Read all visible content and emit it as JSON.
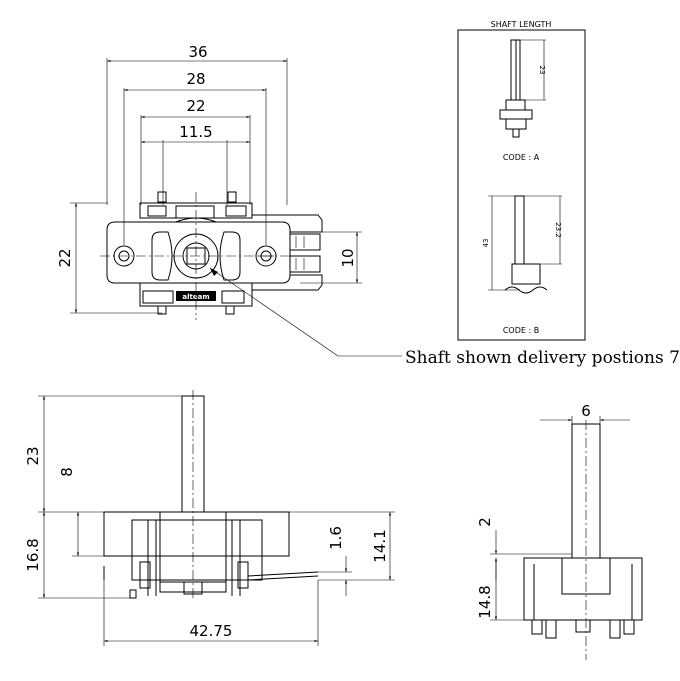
{
  "top_view": {
    "dims": {
      "d36": "36",
      "d28": "28",
      "d22_w": "22",
      "d11_5": "11.5",
      "d22_h": "22",
      "d10": "10"
    },
    "logo_text": "alteam",
    "note": "Shaft shown delivery postions 7."
  },
  "shaft_length_panel": {
    "title": "SHAFT LENGTH",
    "code_a": "CODE : A",
    "code_a_dim": "23",
    "code_b": "CODE : B",
    "code_b_dim_inner": "23.2",
    "code_b_dim_outer": "43"
  },
  "side_view": {
    "dims": {
      "d23": "23",
      "d8": "8",
      "d16_8": "16.8",
      "d1_6": "1.6",
      "d14_1": "14.1",
      "d42_75": "42.75"
    }
  },
  "end_view": {
    "dims": {
      "d6": "6",
      "d2": "2",
      "d14_8": "14.8"
    }
  }
}
